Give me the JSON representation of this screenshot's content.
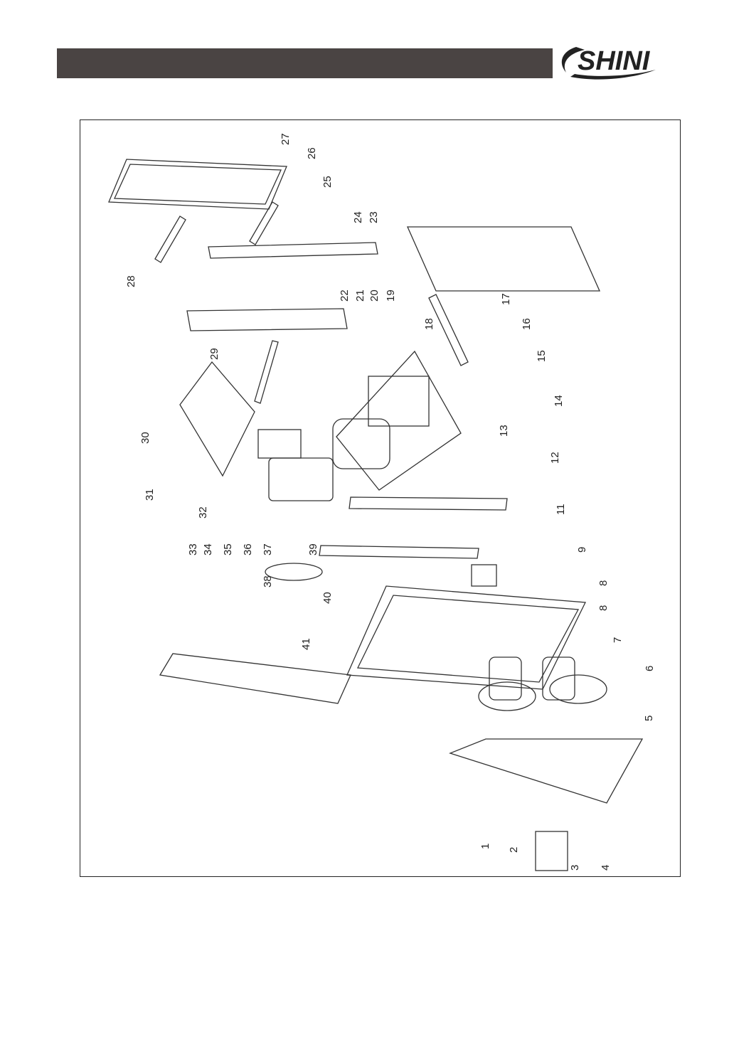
{
  "header": {
    "brand": "SHINI"
  },
  "diagram": {
    "callouts": [
      "1",
      "2",
      "3",
      "4",
      "5",
      "6",
      "7",
      "8",
      "8",
      "9",
      "11",
      "12",
      "13",
      "14",
      "15",
      "16",
      "17",
      "18",
      "19",
      "20",
      "21",
      "22",
      "23",
      "24",
      "25",
      "26",
      "27",
      "28",
      "29",
      "30",
      "31",
      "32",
      "33",
      "34",
      "35",
      "36",
      "37",
      "38",
      "39",
      "40",
      "41"
    ]
  }
}
